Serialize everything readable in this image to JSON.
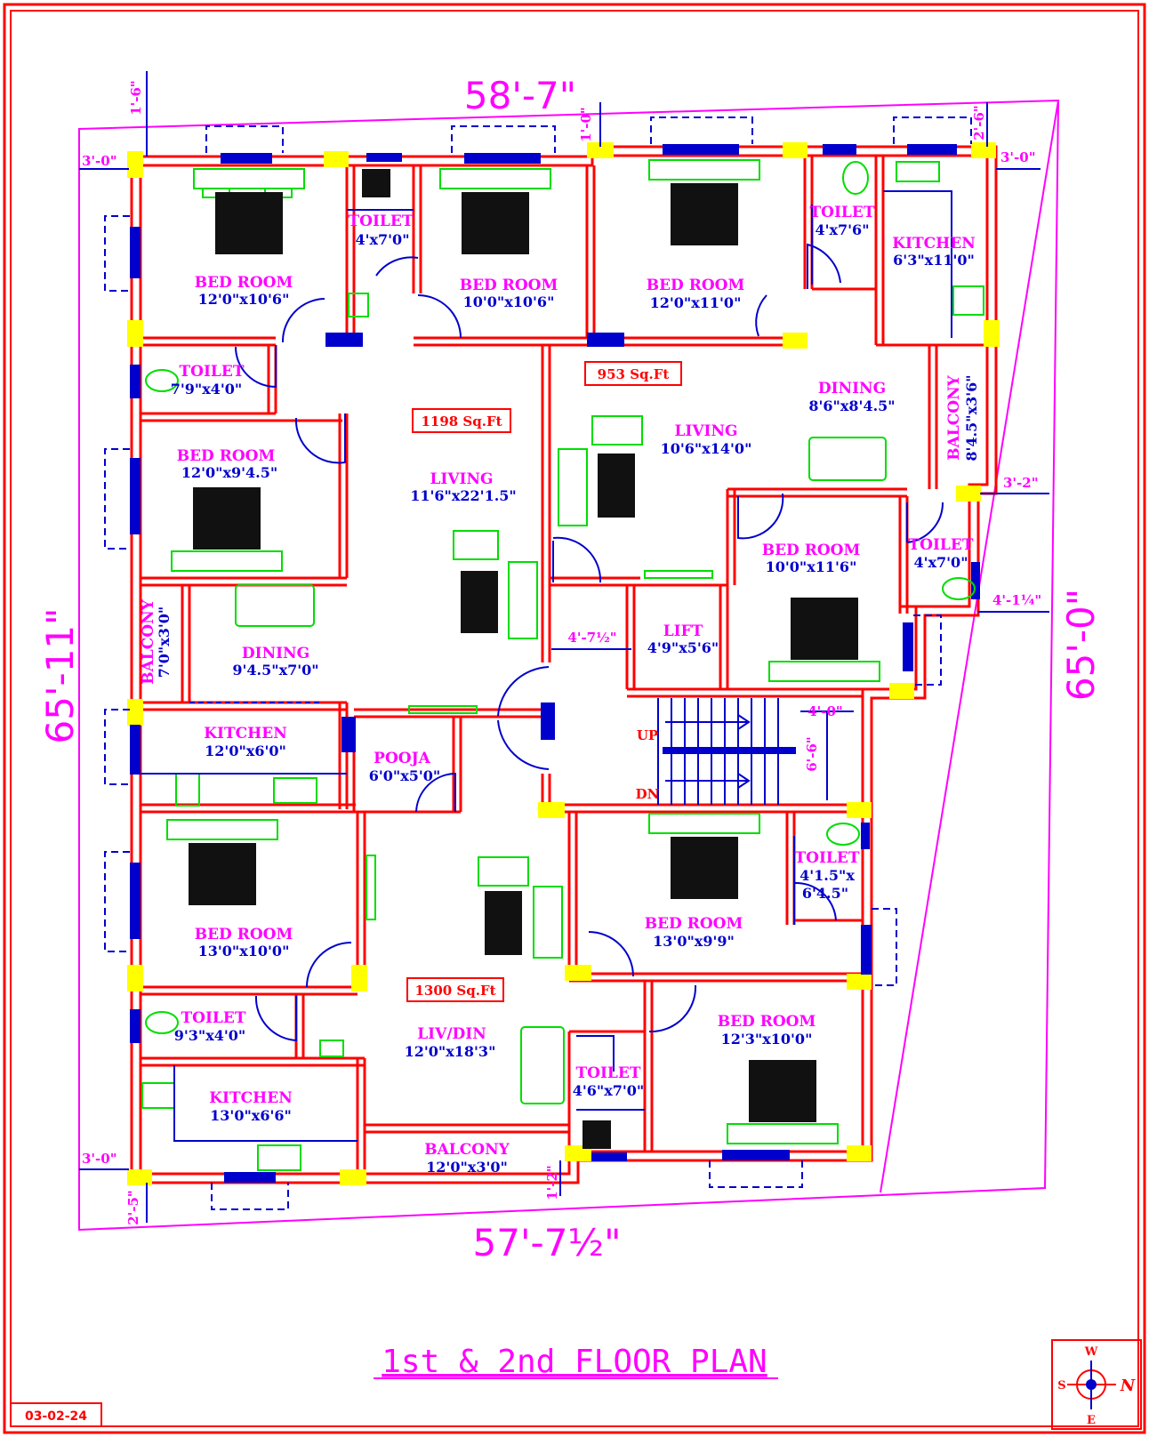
{
  "title": "1st & 2nd FLOOR PLAN",
  "date_stamp": "03-02-24",
  "compass": {
    "north": "N",
    "south": "S",
    "east": "E",
    "west": "W"
  },
  "dimensions": {
    "top": "58'-7\"",
    "bottom": "57'-7½\"",
    "left": "65'-11\"",
    "right": "65'-0\"",
    "top_left_offset": "3'-0\"",
    "top_left_vertical": "1'-6\"",
    "top_mid_vertical": "1'-0\"",
    "top_right_vertical": "2'-6\"",
    "top_right_offset": "3'-0\"",
    "right_offset_1": "3'-2\"",
    "right_offset_2": "4'-1¼\"",
    "bottom_left_offset": "3'-0\"",
    "bottom_left_vertical": "2'-5\"",
    "bottom_mid_vertical": "1'-2\"",
    "lift_passage": "4'-7½\"",
    "stair_width": "4'-0\"",
    "stair_length": "6'-6\""
  },
  "areas": {
    "unit_a": "1198 Sq.Ft",
    "unit_b": "953 Sq.Ft",
    "unit_c": "1300 Sq.Ft"
  },
  "rooms": [
    {
      "id": "r1",
      "name": "BED ROOM",
      "dim": "12'0\"x10'6\""
    },
    {
      "id": "r2",
      "name": "TOILET",
      "dim": "4'x7'0\""
    },
    {
      "id": "r3",
      "name": "BED ROOM",
      "dim": "10'0\"x10'6\""
    },
    {
      "id": "r4",
      "name": "BED ROOM",
      "dim": "12'0\"x11'0\""
    },
    {
      "id": "r5",
      "name": "TOILET",
      "dim": "4'x7'6\""
    },
    {
      "id": "r6",
      "name": "KITCHEN",
      "dim": "6'3\"x11'0\""
    },
    {
      "id": "r7",
      "name": "TOILET",
      "dim": "7'9\"x4'0\""
    },
    {
      "id": "r8",
      "name": "BED ROOM",
      "dim": "12'0\"x9'4.5\""
    },
    {
      "id": "r9",
      "name": "LIVING",
      "dim": "11'6\"x22'1.5\""
    },
    {
      "id": "r10",
      "name": "LIVING",
      "dim": "10'6\"x14'0\""
    },
    {
      "id": "r11",
      "name": "DINING",
      "dim": "8'6\"x8'4.5\""
    },
    {
      "id": "r12",
      "name": "BALCONY",
      "dim": "8'4.5\"x3'6\""
    },
    {
      "id": "r13",
      "name": "BALCONY",
      "dim": "7'0\"x3'0\""
    },
    {
      "id": "r14",
      "name": "DINING",
      "dim": "9'4.5\"x7'0\""
    },
    {
      "id": "r15",
      "name": "BED ROOM",
      "dim": "10'0\"x11'6\""
    },
    {
      "id": "r16",
      "name": "TOILET",
      "dim": "4'x7'0\""
    },
    {
      "id": "r17",
      "name": "LIFT",
      "dim": "4'9\"x5'6\""
    },
    {
      "id": "r18",
      "name": "KITCHEN",
      "dim": "12'0\"x6'0\""
    },
    {
      "id": "r19",
      "name": "POOJA",
      "dim": "6'0\"x5'0\""
    },
    {
      "id": "r20",
      "name": "BED ROOM",
      "dim": "13'0\"x10'0\""
    },
    {
      "id": "r21",
      "name": "BED ROOM",
      "dim": "13'0\"x9'9\""
    },
    {
      "id": "r22",
      "name": "TOILET",
      "dim": "4'1.5\"x",
      "dim2": "6'4.5\""
    },
    {
      "id": "r23",
      "name": "TOILET",
      "dim": "9'3\"x4'0\""
    },
    {
      "id": "r24",
      "name": "LIV/DIN",
      "dim": "12'0\"x18'3\""
    },
    {
      "id": "r25",
      "name": "BED ROOM",
      "dim": "12'3\"x10'0\""
    },
    {
      "id": "r26",
      "name": "TOILET",
      "dim": "4'6\"x7'0\""
    },
    {
      "id": "r27",
      "name": "KITCHEN",
      "dim": "13'0\"x6'6\""
    },
    {
      "id": "r28",
      "name": "BALCONY",
      "dim": "12'0\"x3'0\""
    }
  ],
  "stairs": {
    "up": "UP",
    "down": "DN"
  }
}
